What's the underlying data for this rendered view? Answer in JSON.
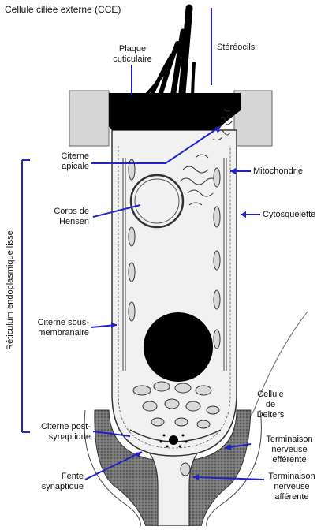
{
  "title": "Cellule ciliée externe (CCE)",
  "colors": {
    "accent": "#1f22c4",
    "cell_fill": "#f1f1f1",
    "plate_fill": "#000000",
    "band_fill": "#d6d6d6",
    "stroke": "#333333"
  },
  "labels": {
    "plaque": "Plaque\ncuticulaire",
    "stereocils": "Stéréocils",
    "citerne_apicale": "Citerne\napicale",
    "mitochondrie": "Mitochondrie",
    "corps_hensen": "Corps de\nHensen",
    "cytosquelette": "Cytosquelette",
    "reticulum": "Réticulum endoplasmique lisse",
    "citerne_sous": "Citerne sous-\nmembranaire",
    "cellule_deiters": "Cellule\nde\nDeiters",
    "citerne_post": "Citerne post-\nsynaptique",
    "term_efferente": "Terminaison\nnerveuse\nefférente",
    "fente": "Fente\nsynaptique",
    "term_afferente": "Terminaison\nnerveuse\nafférente"
  }
}
